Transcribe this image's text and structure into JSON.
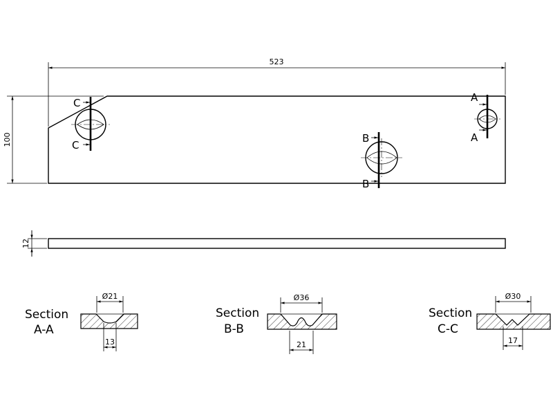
{
  "plan_view": {
    "length_dim": "523",
    "width_dim": "100",
    "cut_labels": {
      "a_top": "A",
      "a_bottom": "A",
      "b_top": "B",
      "b_bottom": "B",
      "c_top": "C",
      "c_bottom": "C"
    }
  },
  "side_view": {
    "thickness_dim": "12"
  },
  "sections": [
    {
      "title_line1": "Section",
      "title_line2": "A-A",
      "top_dim": "Ø21",
      "bottom_dim": "13"
    },
    {
      "title_line1": "Section",
      "title_line2": "B-B",
      "top_dim": "Ø36",
      "bottom_dim": "21"
    },
    {
      "title_line1": "Section",
      "title_line2": "C-C",
      "top_dim": "Ø30",
      "bottom_dim": "17"
    }
  ]
}
